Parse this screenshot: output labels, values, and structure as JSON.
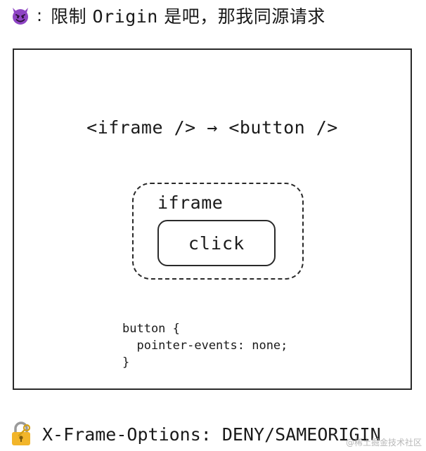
{
  "top_caption": {
    "icon": "smiling-devil-icon",
    "separator": ":",
    "prefix": "限制 ",
    "keyword": "Origin",
    "suffix": " 是吧，那我同源请求"
  },
  "diagram": {
    "flow_text": "<iframe /> → <button />",
    "iframe_label": "iframe",
    "button_label": "click",
    "code_lines": [
      "button {",
      "  pointer-events: none;",
      "}"
    ]
  },
  "bottom_caption": {
    "icon": "lock-with-key-icon",
    "text": "X-Frame-Options: DENY/SAMEORIGIN"
  },
  "watermark": "@稀土掘金技术社区",
  "colors": {
    "devil": "#8e44c4",
    "lock": "#f2b52a",
    "line": "#2a2a2a"
  }
}
